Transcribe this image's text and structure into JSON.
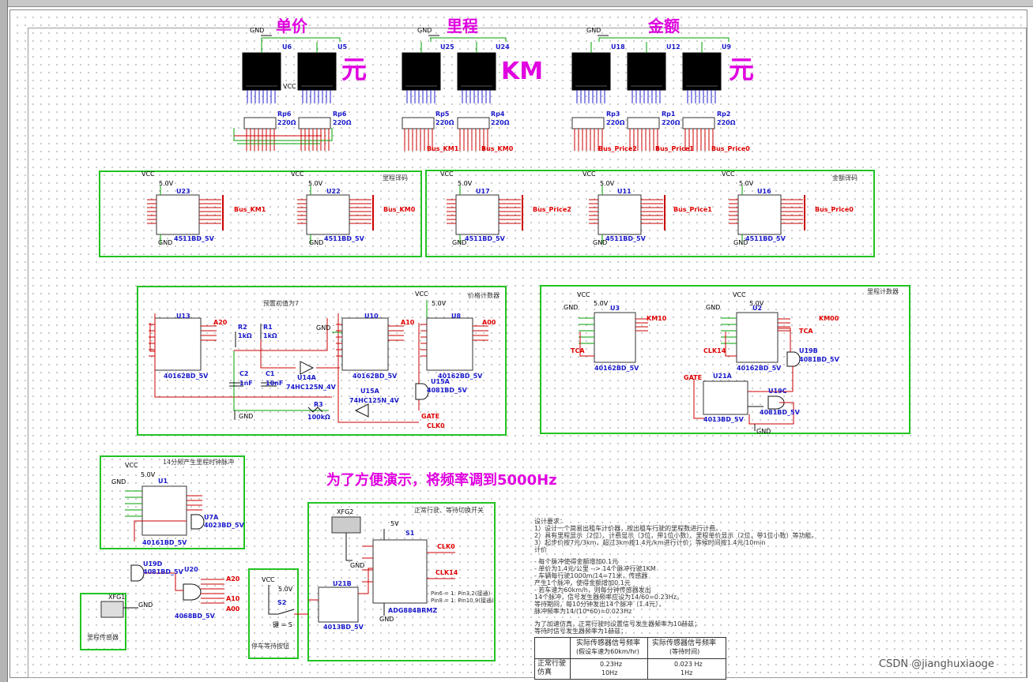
{
  "displays": {
    "unit_price_title": "单价",
    "mileage_title": "里程",
    "amount_title": "金额",
    "unit_yuan_1": "元",
    "unit_km": "KM",
    "unit_yuan_2": "元",
    "gnd_labels": [
      "GND",
      "GND",
      "GND"
    ],
    "digits": [
      {
        "id": "U6",
        "resistor": "Rp6",
        "value": "220Ω"
      },
      {
        "id": "U5",
        "resistor": "Rp6",
        "value": "220Ω"
      },
      {
        "id": "U25",
        "resistor": "Rp5",
        "value": "220Ω"
      },
      {
        "id": "U24",
        "resistor": "Rp4",
        "value": "220Ω"
      },
      {
        "id": "U18",
        "resistor": "Rp3",
        "value": "220Ω"
      },
      {
        "id": "U12",
        "resistor": "Rp1",
        "value": "220Ω"
      },
      {
        "id": "U9",
        "resistor": "Rp2",
        "value": "220Ω"
      }
    ],
    "vcc": "VCC",
    "buses": [
      "Bus_KM1",
      "Bus_KM0",
      "Bus_Price2",
      "Bus_Price1",
      "Bus_Price0"
    ]
  },
  "decoder_mileage": {
    "label": "里程译码",
    "chips": [
      {
        "id": "U23",
        "part": "4511BD_5V",
        "bus": "Bus_KM1"
      },
      {
        "id": "U22",
        "part": "4511BD_5V",
        "bus": "Bus_KM0"
      }
    ],
    "vcc": "VCC",
    "voltage": "5.0V",
    "gnd": "GND"
  },
  "decoder_amount": {
    "label": "金额译码",
    "chips": [
      {
        "id": "U17",
        "part": "4511BD_5V",
        "bus": "Bus_Price2"
      },
      {
        "id": "U11",
        "part": "4511BD_5V",
        "bus": "Bus_Price1"
      },
      {
        "id": "U16",
        "part": "4511BD_5V",
        "bus": "Bus_Price0"
      }
    ],
    "vcc": "VCC",
    "voltage": "5.0V",
    "gnd": "GND"
  },
  "price_counter": {
    "label": "价格计数器",
    "preset_label": "预置初值为7",
    "vcc": "VCC",
    "voltage": "5.0V",
    "gnd": "GND",
    "chips": [
      {
        "id": "U13",
        "part": "40162BD_5V"
      },
      {
        "id": "U10",
        "part": "40162BD_5V"
      },
      {
        "id": "U8",
        "part": "40162BD_5V"
      }
    ],
    "r2": "R2",
    "r2_value": "1kΩ",
    "r1": "R1",
    "r1_value": "1kΩ",
    "r3": "R3",
    "r3_value": "100kΩ",
    "c2": "C2",
    "c2_value": "1nF",
    "c1": "C1",
    "c1_value": "10nF",
    "u14": "U14A",
    "u14_part": "74HC125N_4V",
    "u15": "U15A",
    "u15_part": "74HC125N_4V",
    "u15b": "U15A",
    "u15b_part": "4081BD_5V",
    "net_gate": "GATE",
    "net_clk": "CLK0",
    "net_a2": "A20",
    "net_a1": "A10",
    "net_a0": "A00"
  },
  "mileage_counter": {
    "label": "里程计数器",
    "vcc": "VCC",
    "voltage": "5.0V",
    "gnd": "GND",
    "u3": "U3",
    "u3_part": "40162BD_5V",
    "u2": "U2",
    "u2_part": "40162BD_5V",
    "u19b": "U19B",
    "u19b_part": "4081BD_5V",
    "u21a": "U21A",
    "u21a_part": "4013BD_5V",
    "u19c": "U19C",
    "u19c_part": "4081BD_5V",
    "net_tca": "TCA",
    "net_clk14": "CLK14",
    "net_gate": "GATE",
    "net_km1": "KM10",
    "net_km0": "KM00"
  },
  "div14": {
    "label": "14分频产生里程时钟脉冲",
    "vcc": "VCC",
    "voltage": "5.0V",
    "gnd": "GND",
    "u1": "U1",
    "u1_part": "40161BD_5V",
    "u7a": "U7A",
    "u7a_part": "4023BD_5V"
  },
  "lower_left": {
    "u19d": "U19D",
    "u19d_part": "4081BD_5V",
    "u20": "U20",
    "u20_part": "4068BD_5V",
    "xfg1": "XFG1",
    "gnd": "GND",
    "sensor_label": "里程传感器",
    "nets": [
      "A20",
      "A10",
      "A00"
    ]
  },
  "stop_wait": {
    "label": "停车等待按钮",
    "vcc": "VCC",
    "voltage": "5.0V",
    "s2": "S2",
    "key": "键 = S"
  },
  "switch_box": {
    "label": "正常行驶、等待切换开关",
    "xfg2": "XFG2",
    "voltage": "5V",
    "gnd": "GND",
    "s1": "S1",
    "u21b": "U21B",
    "u21b_part": "4013BD_5V",
    "mux_part": "ADG884BRMZ",
    "net_clk0": "CLK0",
    "net_clk14": "CLK14",
    "pin6": "Pin6 = 1: Pin3,2(接通)",
    "pin8": "Pin8 = 1: Pin10,9(接通)"
  },
  "demo_note": "为了方便演示，将频率调到5000Hz",
  "requirements": {
    "title": "设计要求：",
    "lines": [
      "1）设计一个简易出租车计价器，按出租车行驶的里程数进行计费。",
      "2）具有里程显示（2位）、计费显示（3位，带1位小数）、里程单价显示（2位，带1位小数）等功能。",
      "3）起步价按7元/3km，超过3km按1.4元/km进行计价；等候时间按1.4元/10min",
      "计价",
      "- 每个脉冲使得金额增加0.1元",
      "- 单价为1.4元/公里 --> 14个脉冲行驶1KM",
      "- 车辆每行驶1000m/14=71米，传感器",
      "产生1个脉冲，使得金额增加0.1元",
      "- 若车速为60km/h，则每分钟传感器发出",
      "14个脉冲，信号发生器频率应设为14/60=0.23Hz。",
      "等待期间，每10分钟发出14个脉冲（1.4元），",
      "脉冲频率为14/(10*60)=0.023Hz",
      "",
      "为了加速仿真，正常行驶时设置信号发生器频率为10赫兹；",
      "等待时信号发生器频率为1赫兹；"
    ]
  },
  "table": {
    "col1_header": "实际传感器信号频率",
    "col1_sub": "(假设车速为60km/hr)",
    "col2_header": "实际传感器信号频率",
    "col2_sub": "(等待时间)",
    "row1_label": "正常行驶",
    "row2_label": "仿真",
    "row1_col1": "0.23Hz",
    "row1_col2": "0.023 Hz",
    "row2_col1": "10Hz",
    "row2_col2": "1Hz"
  },
  "watermark": "CSDN @jianghuxiaoge",
  "colors": {
    "box_green": "#22c322",
    "wire_red": "#cc0000",
    "wire_green": "#00a000",
    "wire_blue": "#2020cc",
    "part_blue": "#1a1acc",
    "title_magenta": "#e000e0"
  }
}
